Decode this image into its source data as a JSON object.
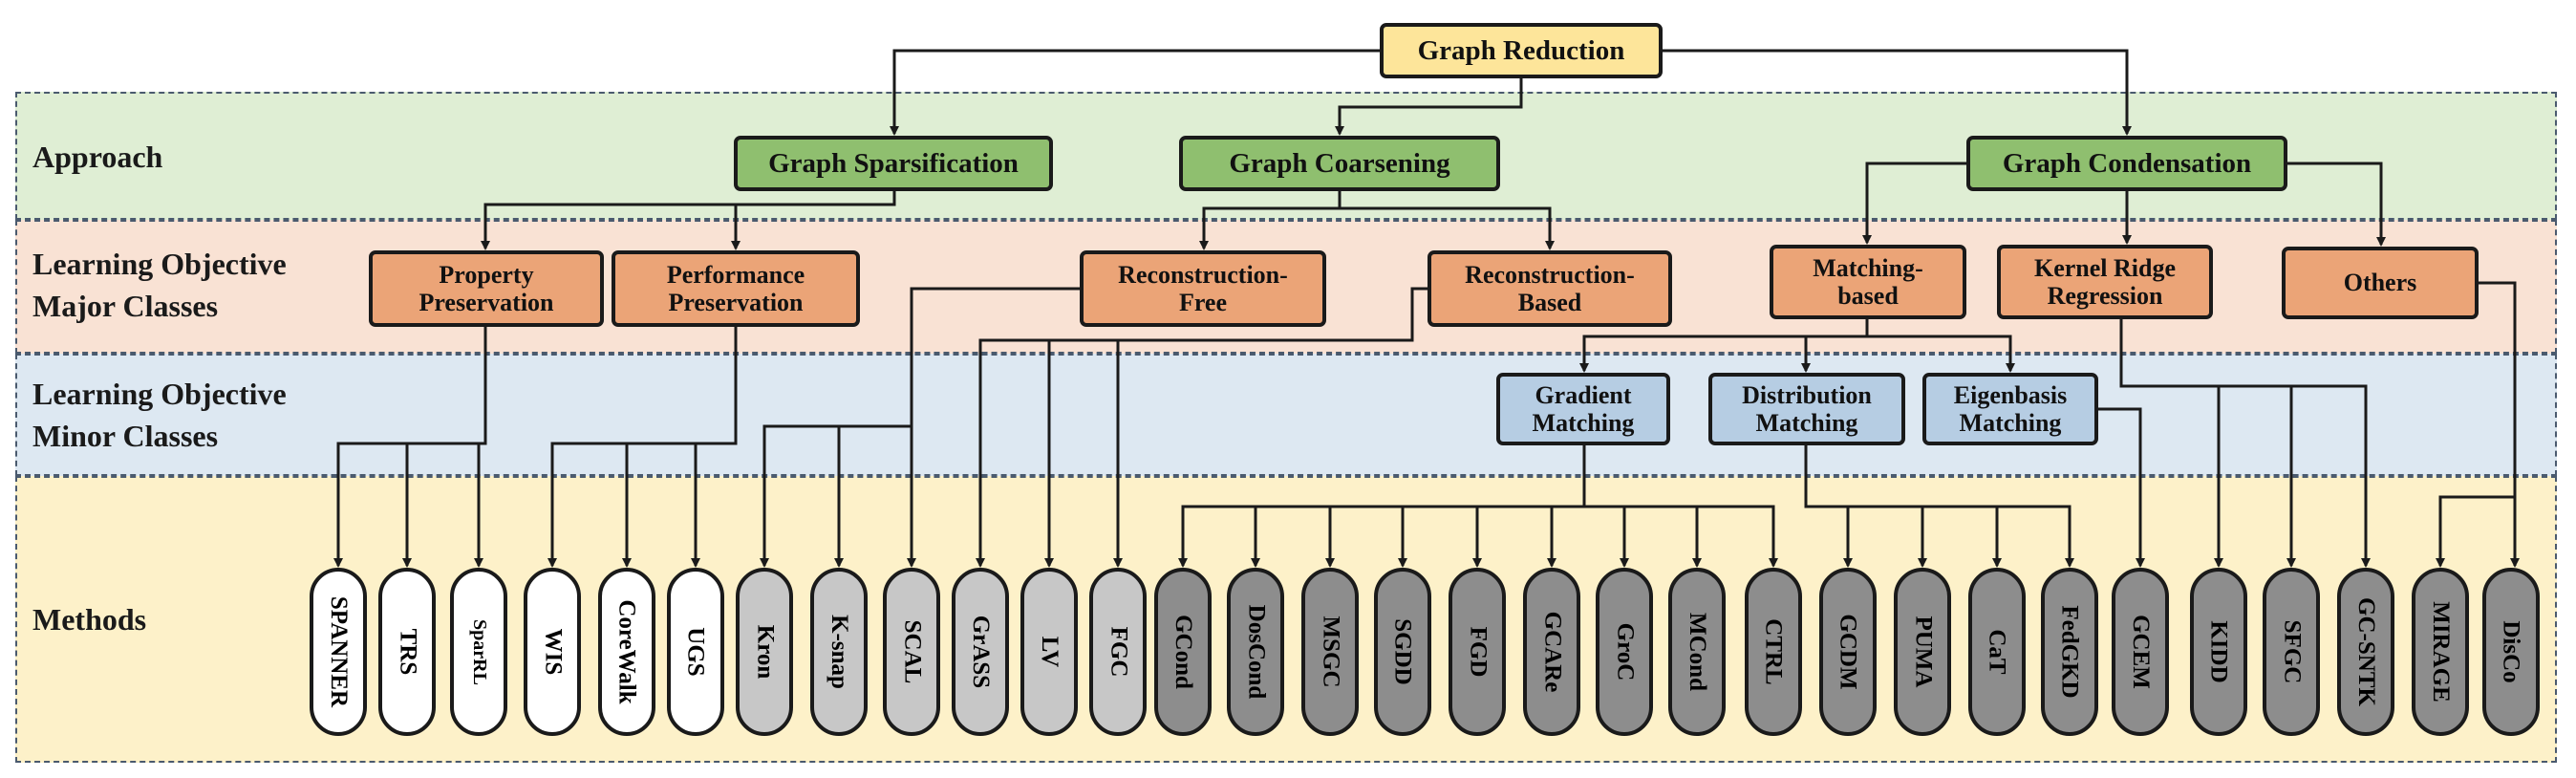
{
  "root": "Graph Reduction",
  "bands": {
    "approach": "Approach",
    "major": [
      "Learning Objective",
      "Major Classes"
    ],
    "minor": [
      "Learning Objective",
      "Minor Classes"
    ],
    "methods": "Methods"
  },
  "approaches": {
    "sparsification": "Graph Sparsification",
    "coarsening": "Graph Coarsening",
    "condensation": "Graph Condensation"
  },
  "major_classes": {
    "property": [
      "Property",
      "Preservation"
    ],
    "performance": [
      "Performance",
      "Preservation"
    ],
    "recon_free": [
      "Reconstruction-",
      "Free"
    ],
    "recon_based": [
      "Reconstruction-",
      "Based"
    ],
    "matching": [
      "Matching-",
      "based"
    ],
    "krr": [
      "Kernel Ridge",
      "Regression"
    ],
    "others": "Others"
  },
  "minor_classes": {
    "gradient": [
      "Gradient",
      "Matching"
    ],
    "distribution": [
      "Distribution",
      "Matching"
    ],
    "eigenbasis": [
      "Eigenbasis",
      "Matching"
    ]
  },
  "methods": [
    {
      "name": "SPANNER",
      "group": "sparsification"
    },
    {
      "name": "TRS",
      "group": "sparsification"
    },
    {
      "name": "SparRL",
      "group": "sparsification"
    },
    {
      "name": "WIS",
      "group": "sparsification"
    },
    {
      "name": "CoreWalk",
      "group": "sparsification"
    },
    {
      "name": "UGS",
      "group": "sparsification"
    },
    {
      "name": "Kron",
      "group": "coarsening"
    },
    {
      "name": "K-snap",
      "group": "coarsening"
    },
    {
      "name": "SCAL",
      "group": "coarsening"
    },
    {
      "name": "GrASS",
      "group": "coarsening"
    },
    {
      "name": "LV",
      "group": "coarsening"
    },
    {
      "name": "FGC",
      "group": "coarsening"
    },
    {
      "name": "GCond",
      "group": "condensation"
    },
    {
      "name": "DosCond",
      "group": "condensation"
    },
    {
      "name": "MSGC",
      "group": "condensation"
    },
    {
      "name": "SGDD",
      "group": "condensation"
    },
    {
      "name": "FGD",
      "group": "condensation"
    },
    {
      "name": "GCARe",
      "group": "condensation"
    },
    {
      "name": "GroC",
      "group": "condensation"
    },
    {
      "name": "MCond",
      "group": "condensation"
    },
    {
      "name": "CTRL",
      "group": "condensation"
    },
    {
      "name": "GCDM",
      "group": "condensation"
    },
    {
      "name": "PUMA",
      "group": "condensation"
    },
    {
      "name": "CaT",
      "group": "condensation"
    },
    {
      "name": "FedGKD",
      "group": "condensation"
    },
    {
      "name": "GCEM",
      "group": "condensation"
    },
    {
      "name": "KIDD",
      "group": "condensation"
    },
    {
      "name": "SFGC",
      "group": "condensation"
    },
    {
      "name": "GC-SNTK",
      "group": "condensation"
    },
    {
      "name": "MIRAGE",
      "group": "condensation"
    },
    {
      "name": "DisCo",
      "group": "condensation"
    }
  ],
  "colors": {
    "root": "#fde59a",
    "approach_fill": "#8fbf6f",
    "major_fill": "#eba477",
    "minor_fill": "#b6cde3",
    "approach_band": "#dfeed4",
    "major_band": "#f9e2d4",
    "minor_band": "#dde8f2",
    "methods_band": "#fdf1c9",
    "sparsification_method": "#ffffff",
    "coarsening_method": "#c7c7c7",
    "condensation_method": "#8d8d8d"
  }
}
